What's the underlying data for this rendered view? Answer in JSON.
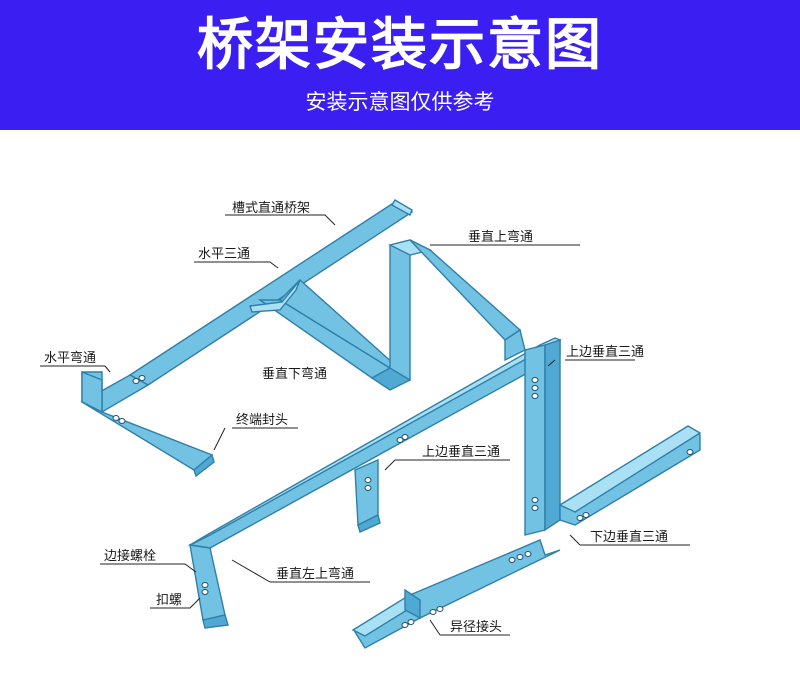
{
  "header": {
    "title": "桥架安装示意图",
    "subtitle": "安装示意图仅供参考",
    "background": "#3a1ef2",
    "text_color": "#ffffff"
  },
  "diagram": {
    "tray_color": "#72c2e4",
    "labels": {
      "straight_tray": "槽式直通桥架",
      "horizontal_tee": "水平三通",
      "vertical_upper_bend": "垂直上弯通",
      "horizontal_bend": "水平弯通",
      "vertical_lower_bend": "垂直下弯通",
      "upper_vertical_tee_right": "上边垂直三通",
      "end_cap": "终端封头",
      "upper_vertical_tee_center": "上边垂直三通",
      "lower_vertical_tee": "下边垂直三通",
      "side_bolt": "边接螺栓",
      "vertical_left_upper_bend": "垂直左上弯通",
      "buckle_screw": "扣螺",
      "reducer_joint": "异径接头"
    }
  }
}
